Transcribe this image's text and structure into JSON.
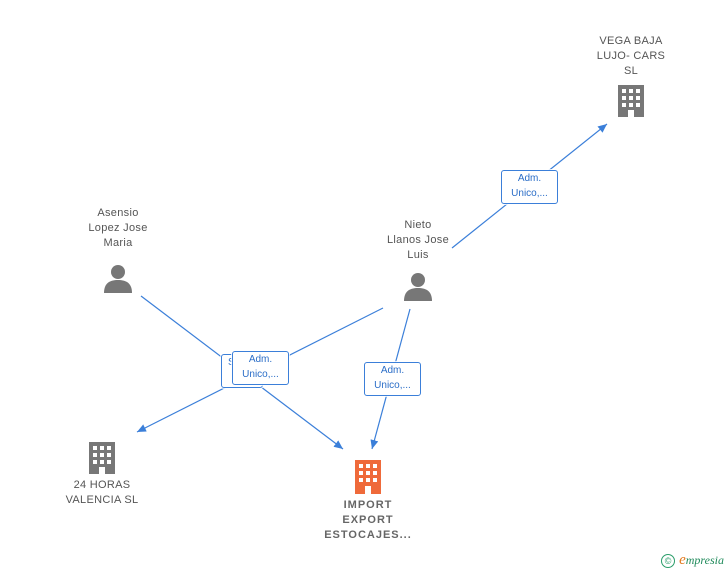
{
  "nodes": {
    "vega": {
      "label": "VEGA BAJA\nLUJO- CARS\nSL",
      "icon": "building-icon",
      "color": "#777777"
    },
    "asensio": {
      "label": "Asensio\nLopez Jose\nMaria",
      "icon": "person-icon",
      "color": "#777777"
    },
    "nieto": {
      "label": "Nieto\nLlanos Jose\nLuis",
      "icon": "person-icon",
      "color": "#777777"
    },
    "horas": {
      "label": "24 HORAS\nVALENCIA  SL",
      "icon": "building-icon",
      "color": "#777777"
    },
    "import": {
      "label": "IMPORT\nEXPORT\nESTOCAJES...",
      "icon": "building-icon",
      "color": "#ef6a3a"
    }
  },
  "relations": {
    "nieto_vega": "Adm.\nUnico,...",
    "cluster_back": "S...",
    "cluster_front": "Adm.\nUnico,...",
    "nieto_import": "Adm.\nUnico,..."
  },
  "footer": {
    "copyright_symbol": "©",
    "brand_initial": "e",
    "brand_rest": "mpresia"
  },
  "colors": {
    "edge": "#3b7fd9",
    "accent": "#ef6a3a",
    "node_gray": "#777777"
  }
}
